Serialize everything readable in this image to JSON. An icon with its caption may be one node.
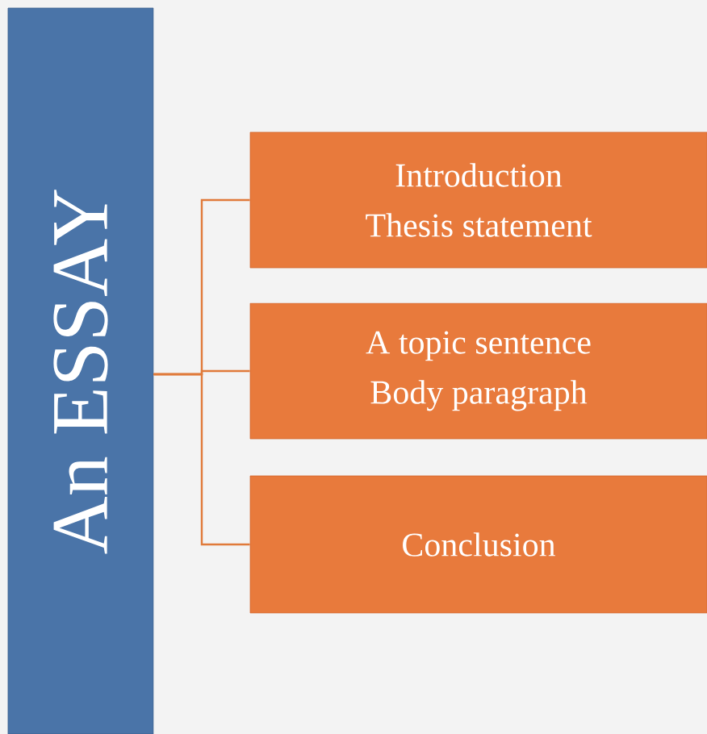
{
  "diagram": {
    "nodes": [
      {
        "text": [
          "An ESSAY"
        ]
      },
      {
        "text": [
          "Introduction",
          "Thesis statement"
        ]
      },
      {
        "text": [
          "A topic sentence",
          "Body paragraph"
        ]
      },
      {
        "text": [
          "Conclusion"
        ]
      }
    ],
    "edges": [
      {
        "from": 0,
        "to": 1,
        "arrow": "none"
      },
      {
        "from": 0,
        "to": 2,
        "arrow": "none"
      },
      {
        "from": 0,
        "to": 3,
        "arrow": "none"
      }
    ]
  }
}
